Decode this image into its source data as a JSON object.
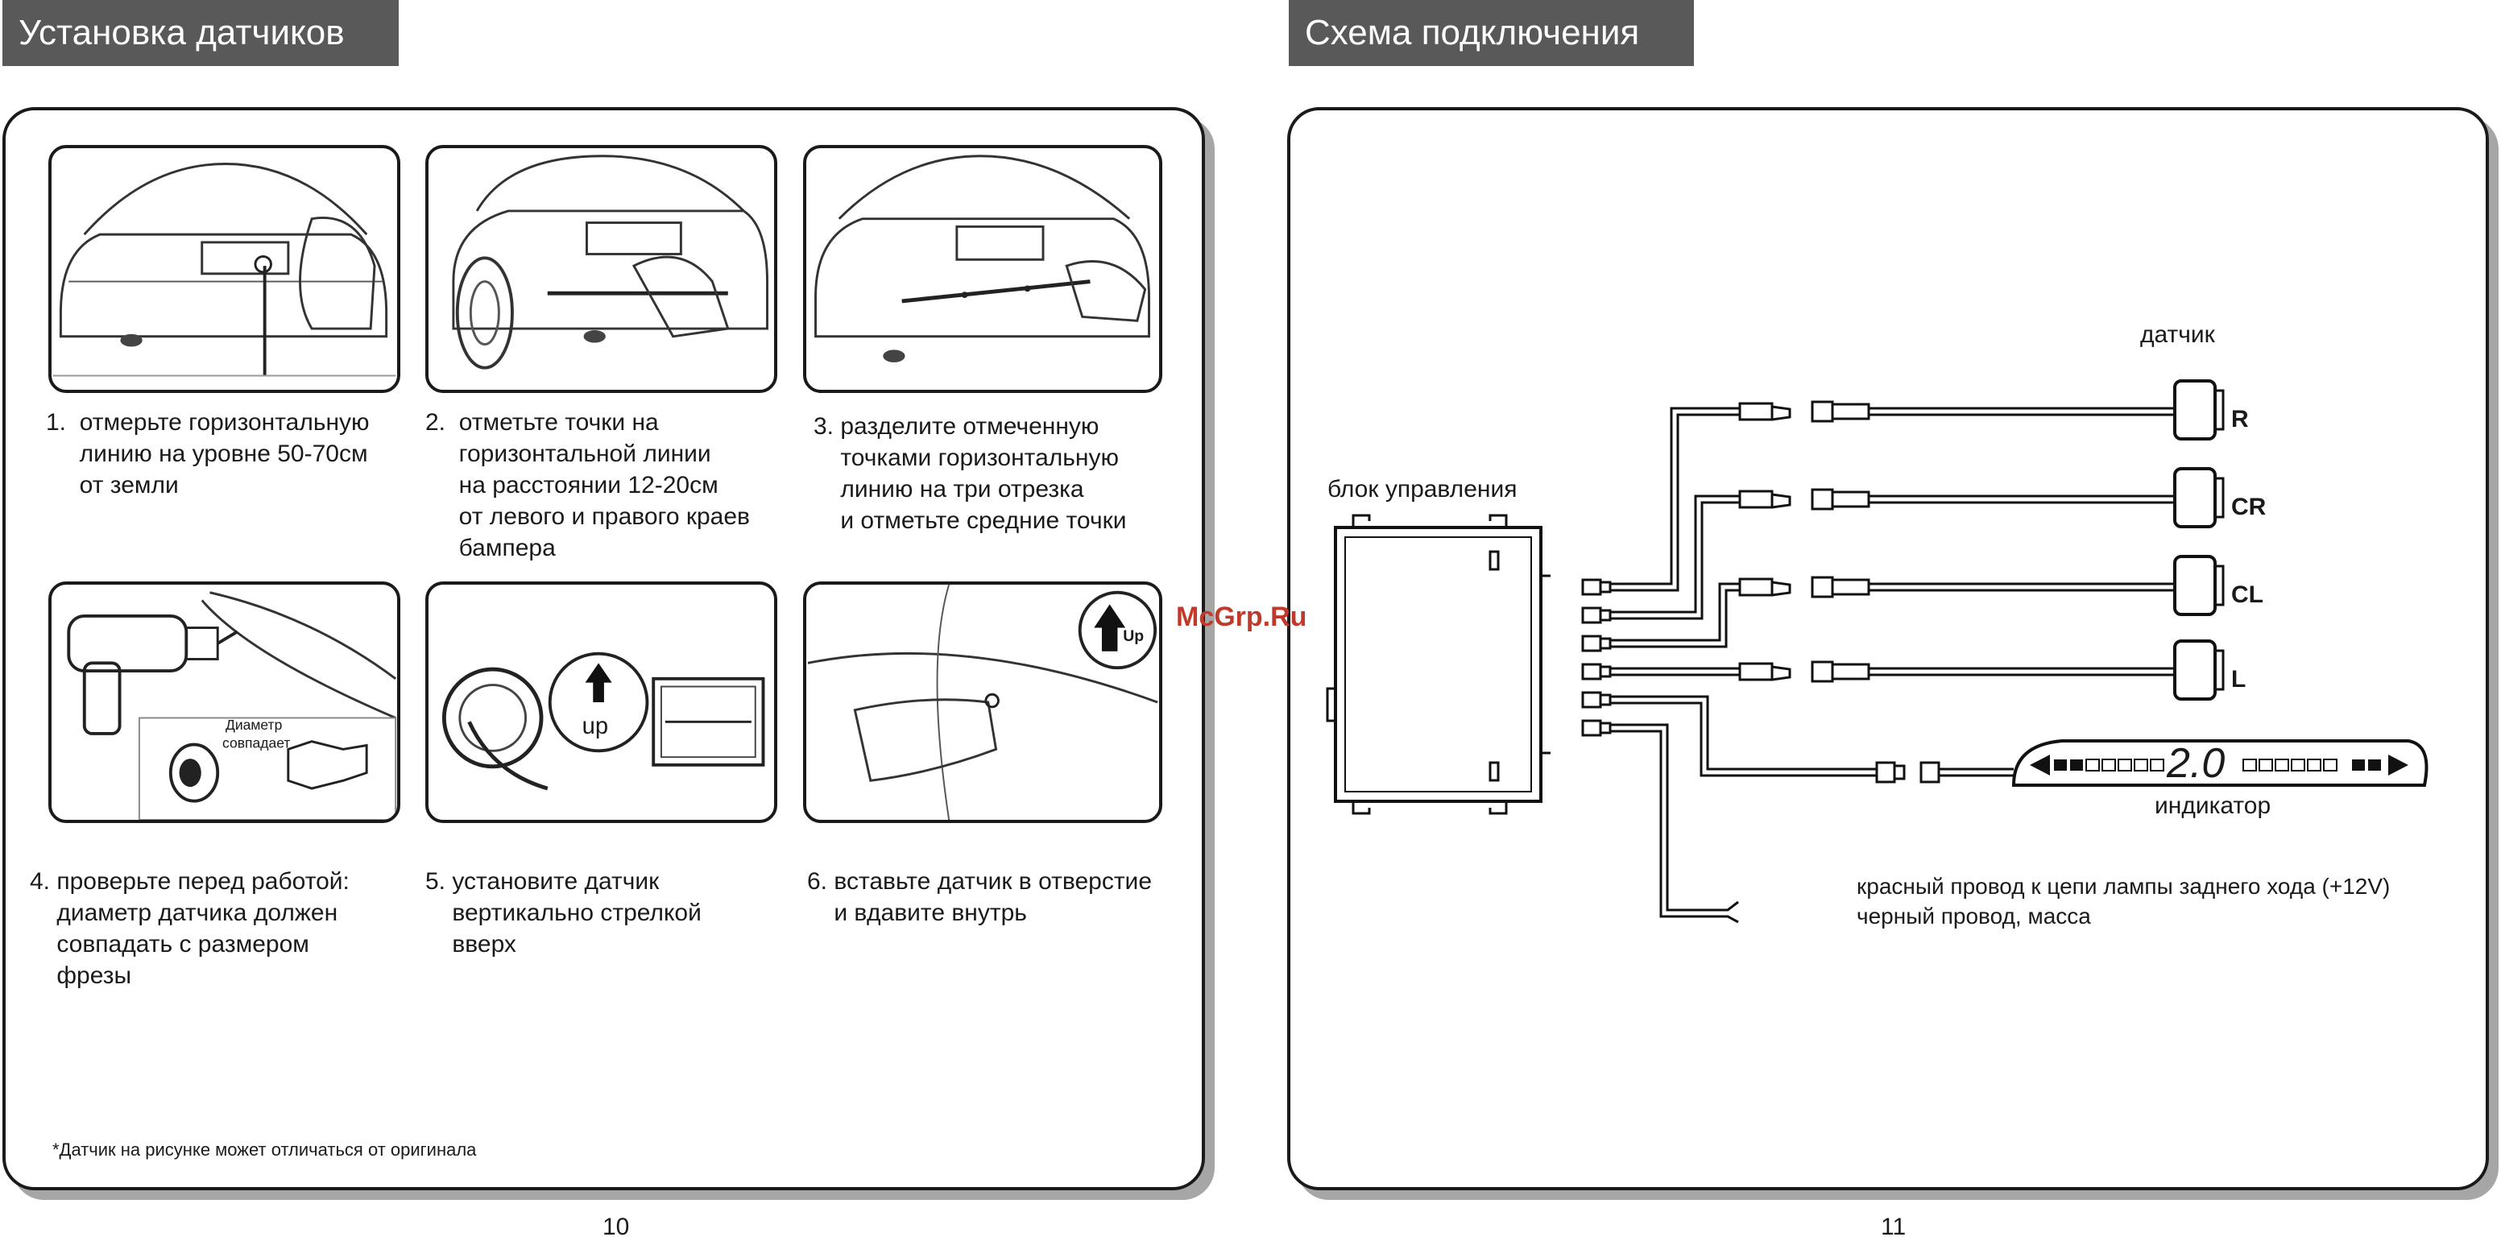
{
  "left_page": {
    "title": "Установка датчиков",
    "steps": [
      {
        "text": "1.  отмерьте горизонтальную\n     линию на уровне 50-70см\n     от земли"
      },
      {
        "text": "2.  отметьте точки на\n     горизонтальной линии\n     на расстоянии 12-20см\n     от левого и правого краев\n     бампера"
      },
      {
        "text": "3. разделите отмеченную\n    точками горизонтальную\n    линию на три отрезка\n    и отметьте средние точки"
      },
      {
        "text": "4. проверьте перед работой:\n    диаметр датчика должен\n    совпадать с размером\n    фрезы"
      },
      {
        "text": "5. установите датчик\n    вертикально стрелкой\n    вверх"
      },
      {
        "text": "6. вставьте датчик в отверстие\n    и вдавите внутрь"
      }
    ],
    "diameter_label_1": "Диаметр",
    "diameter_label_2": "совпадает",
    "up_label": "up",
    "up_label_2": "Up",
    "footnote": "*Датчик на рисунке может отличаться от оригинала",
    "page_number": "10"
  },
  "right_page": {
    "title": "Схема подключения",
    "control_unit_label": "блок управления",
    "sensor_label": "датчик",
    "sensors": [
      "R",
      "CR",
      "CL",
      "L"
    ],
    "indicator_label": "индикатор",
    "indicator_value": "2.0",
    "wire_red": "красный провод к цепи лампы заднего хода (+12V)",
    "wire_black": "черный провод, масса",
    "page_number": "11"
  },
  "watermark": "McGrp.Ru"
}
